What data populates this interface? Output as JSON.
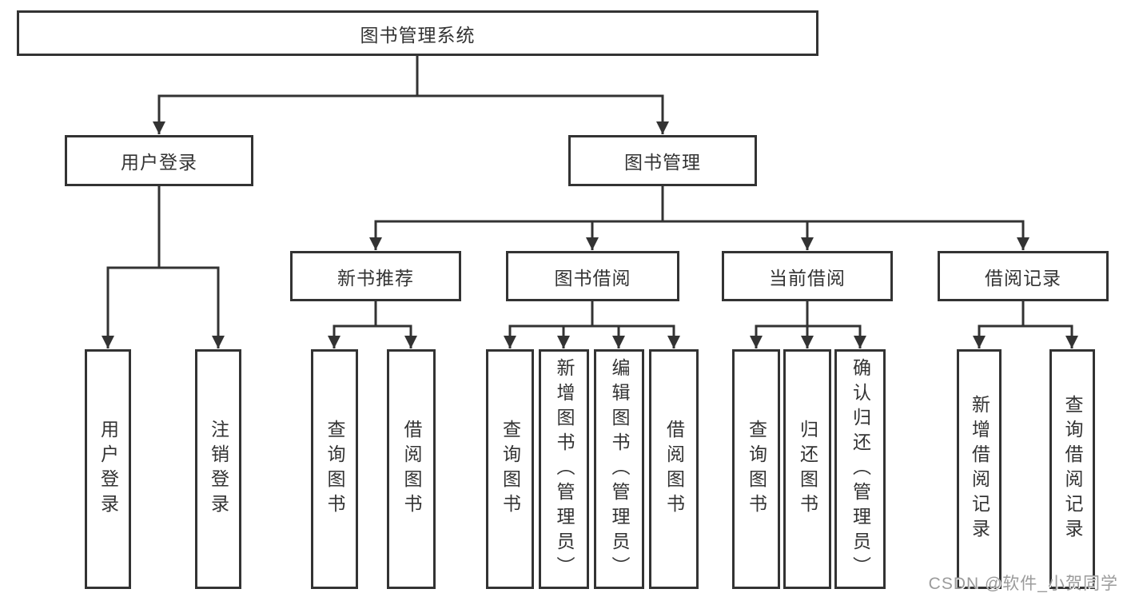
{
  "diagram_type": "hierarchy-tree",
  "colors": {
    "line": "#333333",
    "box_border": "#333333",
    "text": "#333333",
    "background": "#ffffff",
    "watermark": "#9b9b9b"
  },
  "tree": {
    "label": "图书管理系统",
    "children": [
      {
        "label": "用户登录",
        "children": [
          {
            "label": "用户登录"
          },
          {
            "label": "注销登录"
          }
        ]
      },
      {
        "label": "图书管理",
        "children": [
          {
            "label": "新书推荐",
            "children": [
              {
                "label": "查询图书"
              },
              {
                "label": "借阅图书"
              }
            ]
          },
          {
            "label": "图书借阅",
            "children": [
              {
                "label": "查询图书"
              },
              {
                "label": "新增图书（管理员）"
              },
              {
                "label": "编辑图书（管理员）"
              },
              {
                "label": "借阅图书"
              }
            ]
          },
          {
            "label": "当前借阅",
            "children": [
              {
                "label": "查询图书"
              },
              {
                "label": "归还图书"
              },
              {
                "label": "确认归还（管理员）"
              }
            ]
          },
          {
            "label": "借阅记录",
            "children": [
              {
                "label": "新增借阅记录"
              },
              {
                "label": "查询借阅记录"
              }
            ]
          }
        ]
      }
    ]
  },
  "watermark": "CSDN @软件_小贺同学"
}
